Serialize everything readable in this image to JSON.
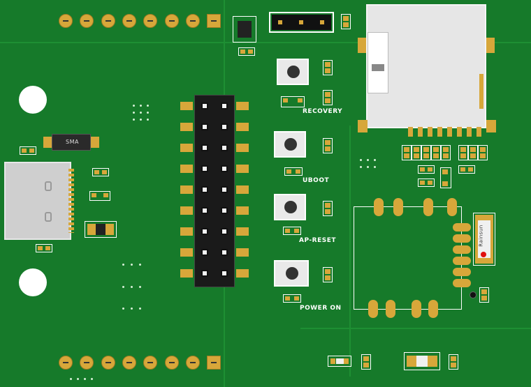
{
  "board": {
    "background": "#167a2a",
    "copper_color": "#d7a73a",
    "silk_color": "#ffffff"
  },
  "labels": {
    "recovery": "RECOVERY",
    "uboot": "UBOOT",
    "ap_reset": "AP-RESET",
    "power_on": "POWER ON",
    "diode": "SMA",
    "crystal_brand": "Rainsun"
  },
  "icons": {
    "mounting_hole": "circle",
    "push_button": "tact-switch",
    "usb_connector": "usb-c-receptacle",
    "sd_slot": "microsd-socket",
    "led": "red-dot"
  }
}
